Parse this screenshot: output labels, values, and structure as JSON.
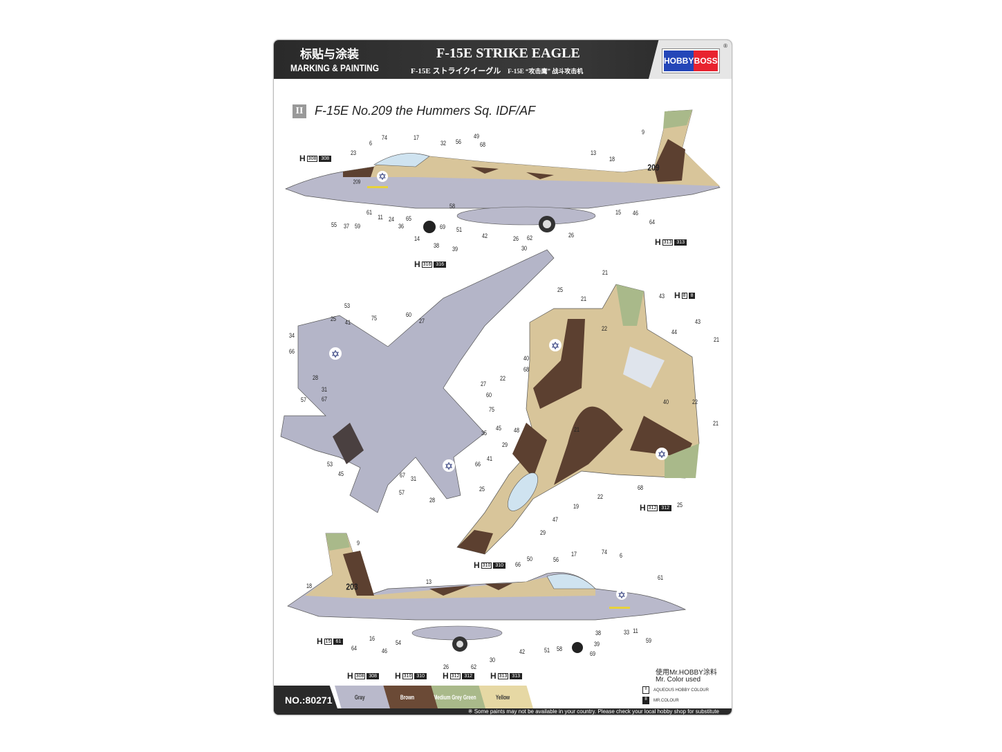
{
  "header": {
    "title_cn": "标贴与涂装",
    "title_en": "MARKING & PAINTING",
    "model": "F-15E  STRIKE EAGLE",
    "sub_jp": "F-15E ストライクイーグル",
    "sub_cn": "F-15E “攻击鹰” 战斗攻击机",
    "logo_left": "HOBBY",
    "logo_right": "BOSS",
    "registered": "®"
  },
  "section": {
    "number": "II",
    "title": "F-15E No.209 the Hummers Sq. IDF/AF"
  },
  "side_top": {
    "tail_number": "209",
    "nose_number": "209",
    "callouts": [
      "74",
      "17",
      "32",
      "56",
      "49",
      "68",
      "6",
      "23",
      "13",
      "18",
      "9",
      "55",
      "37",
      "59",
      "61",
      "11",
      "24",
      "36",
      "65",
      "14",
      "38",
      "39",
      "69",
      "51",
      "58",
      "42",
      "26",
      "62",
      "30",
      "26",
      "15",
      "46",
      "64"
    ],
    "h_labels": [
      {
        "a": "308",
        "b": "308"
      },
      {
        "a": "316",
        "b": "316"
      },
      {
        "a": "313",
        "b": "313"
      }
    ]
  },
  "underside": {
    "callouts": [
      "53",
      "41",
      "25",
      "75",
      "60",
      "27",
      "34",
      "66",
      "28",
      "31",
      "67",
      "57",
      "27",
      "60",
      "75",
      "45",
      "35",
      "41",
      "66",
      "53",
      "45",
      "67",
      "31",
      "57",
      "28",
      "25"
    ]
  },
  "topside": {
    "callouts": [
      "25",
      "21",
      "21",
      "43",
      "22",
      "44",
      "43",
      "21",
      "40",
      "68",
      "22",
      "40",
      "22",
      "21",
      "21",
      "48",
      "29",
      "29",
      "47",
      "19",
      "22",
      "68",
      "25"
    ],
    "h_labels": [
      {
        "a": "8",
        "b": "8"
      },
      {
        "a": "312",
        "b": "312"
      },
      {
        "a": "310",
        "b": "310"
      }
    ]
  },
  "side_bottom": {
    "tail_number": "203",
    "callouts": [
      "9",
      "13",
      "18",
      "66",
      "50",
      "56",
      "17",
      "74",
      "6",
      "61",
      "16",
      "64",
      "46",
      "54",
      "42",
      "51",
      "58",
      "38",
      "33",
      "11",
      "59",
      "39",
      "69",
      "26",
      "62",
      "30"
    ],
    "h_labels": [
      {
        "a": "15",
        "b": "61"
      }
    ]
  },
  "legend": {
    "product_no": "NO.:80271",
    "paints": [
      {
        "name": "Gray",
        "a": "308",
        "b": "308",
        "color": "#b9b9cb"
      },
      {
        "name": "Brown",
        "a": "310",
        "b": "310",
        "color": "#6b4a36"
      },
      {
        "name": "Medium Grey Green",
        "a": "312",
        "b": "312",
        "color": "#a9b98a"
      },
      {
        "name": "Yellow",
        "a": "313",
        "b": "313",
        "color": "#e6d8a4"
      }
    ],
    "used_cn": "使用Mr.HOBBY涂料",
    "used_en": "Mr. Color used",
    "key_aqueous": "AQUEOUS HOBBY COLOUR",
    "key_mr": "MR.COLOUR",
    "key_a": "8",
    "key_b": "8",
    "disclaimer": "※ Some paints may not be available in your country. Please check your local hobby shop for substitute"
  }
}
